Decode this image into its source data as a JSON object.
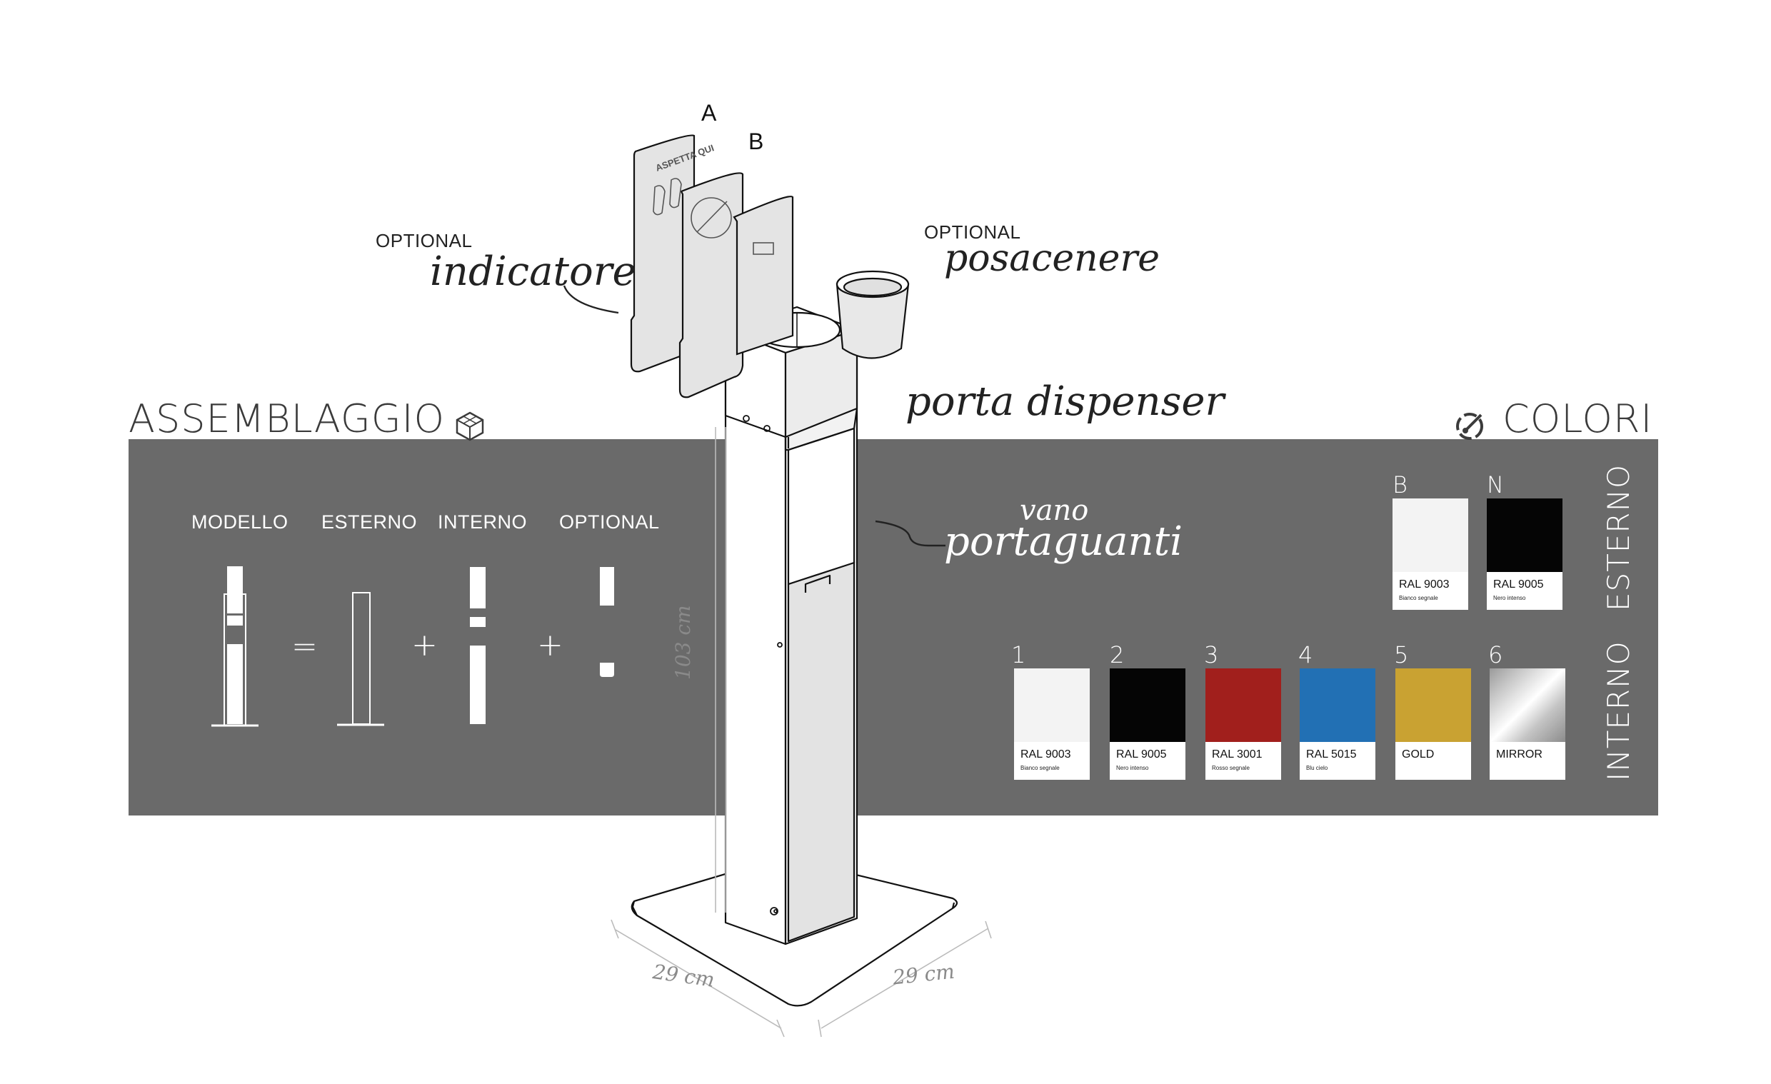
{
  "titles": {
    "assemblaggio": "ASSEMBLAGGIO",
    "colori": "COLORI"
  },
  "assembly": {
    "headers": [
      "MODELLO",
      "ESTERNO",
      "INTERNO",
      "OPTIONAL"
    ],
    "operators": [
      "=",
      "+",
      "+"
    ]
  },
  "annotations": {
    "indicatore_optional": "OPTIONAL",
    "indicatore": "indicatore",
    "posacenere_optional": "OPTIONAL",
    "posacenere": "posacenere",
    "porta_dispenser": "porta dispenser",
    "vano": "vano",
    "portaguanti": "portaguanti",
    "label_a": "A",
    "label_b": "B",
    "sign_text": "ASPETTA QUI"
  },
  "dimensions": {
    "height": "103 cm",
    "width_left": "29 cm",
    "width_right": "29 cm"
  },
  "colors": {
    "esterno_label": "ESTERNO",
    "interno_label": "INTERNO",
    "esterno": [
      {
        "letter": "B",
        "code": "RAL 9003",
        "desc": "Bianco segnale",
        "color": "#f3f3f3"
      },
      {
        "letter": "N",
        "code": "RAL 9005",
        "desc": "Nero intenso",
        "color": "#050505"
      }
    ],
    "interno": [
      {
        "letter": "1",
        "code": "RAL 9003",
        "desc": "Bianco segnale",
        "color": "#f3f3f3"
      },
      {
        "letter": "2",
        "code": "RAL 9005",
        "desc": "Nero intenso",
        "color": "#050505"
      },
      {
        "letter": "3",
        "code": "RAL 3001",
        "desc": "Rosso  segnale",
        "color": "#a11f1c"
      },
      {
        "letter": "4",
        "code": "RAL 5015",
        "desc": "Blu cielo",
        "color": "#2270b4"
      },
      {
        "letter": "5",
        "code": "GOLD",
        "desc": "",
        "color": "#c9a232"
      },
      {
        "letter": "6",
        "code": "MIRROR",
        "desc": "",
        "color": "mirror"
      }
    ]
  }
}
